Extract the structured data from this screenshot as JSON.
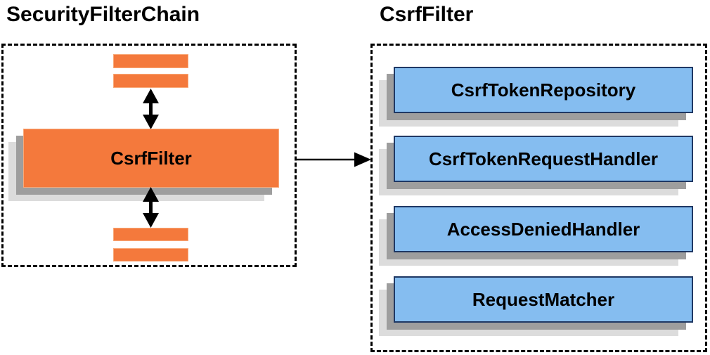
{
  "colors": {
    "orange_fill": "#F4793C",
    "orange_edge": "#F8A979",
    "blue_fill": "#85BDF0",
    "blue_edge": "#1F3864",
    "shadow_near": "#9E9E9E",
    "shadow_far": "#DCDCDC",
    "arrow_color": "#000000"
  },
  "left_panel": {
    "title": "SecurityFilterChain",
    "filter_box_label": "CsrfFilter"
  },
  "right_panel": {
    "title": "CsrfFilter",
    "components": [
      {
        "label": "CsrfTokenRepository"
      },
      {
        "label": "CsrfTokenRequestHandler"
      },
      {
        "label": "AccessDeniedHandler"
      },
      {
        "label": "RequestMatcher"
      }
    ]
  }
}
